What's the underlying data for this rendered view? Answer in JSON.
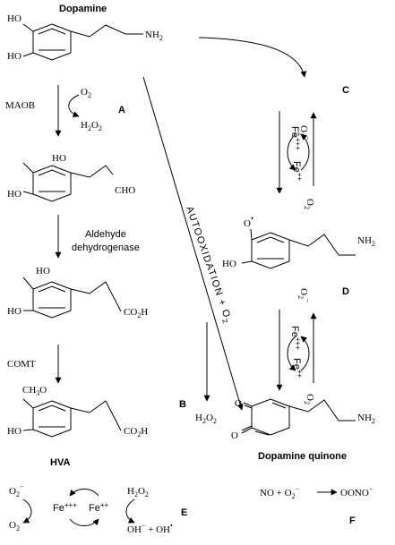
{
  "labels": {
    "title": "Dopamine",
    "nh2": "NH",
    "sub2": "2",
    "ho": "HO",
    "cho": "CHO",
    "co2h": "CO",
    "h_end": "H",
    "ch3o": "CH",
    "ch3o_sub": "3",
    "ch3o_o": "O",
    "maob": "MAOB",
    "o2": "O",
    "h2o2": "H",
    "h2o2_o": "O",
    "aldehyde": "Aldehyde",
    "dehydrogenase": "dehydrogenase",
    "comt": "COMT",
    "hva": "HVA",
    "autoox": "AUTOOXIDATION + O",
    "fe3": "Fe",
    "fe3_sup": "+++",
    "fe2": "Fe",
    "fe2_sup": "++",
    "o2minus_sup": "−",
    "dot": "•",
    "quinone": "Dopamine quinone",
    "oh_minus": "OH",
    "oh_minus_sup": "−",
    "plus": " + OH",
    "nitric": "NO + O",
    "peroxynitrite": "OONO",
    "letter_a": "A",
    "letter_b": "B",
    "letter_c": "C",
    "letter_d": "D",
    "letter_e": "E",
    "letter_f": "F"
  }
}
